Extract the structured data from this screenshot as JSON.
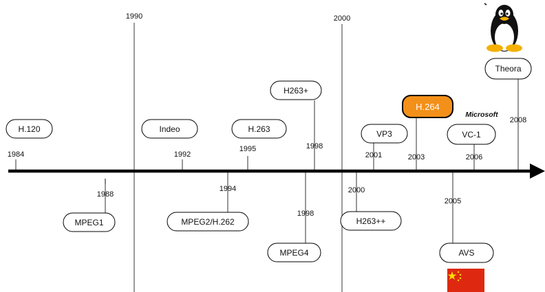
{
  "decade_markers": [
    "1990",
    "2000"
  ],
  "milestones": [
    {
      "codec": "H.120",
      "year": "1984",
      "side": "above"
    },
    {
      "codec": "MPEG1",
      "year": "1988",
      "side": "below"
    },
    {
      "codec": "Indeo",
      "year": "1992",
      "side": "above"
    },
    {
      "codec": "MPEG2/H.262",
      "year": "1994",
      "side": "below"
    },
    {
      "codec": "H.263",
      "year": "1995",
      "side": "above"
    },
    {
      "codec": "MPEG4",
      "year": "1998",
      "side": "below"
    },
    {
      "codec": "H263+",
      "year": "1998",
      "side": "above"
    },
    {
      "codec": "H263++",
      "year": "2000",
      "side": "below"
    },
    {
      "codec": "VP3",
      "year": "2001",
      "side": "above"
    },
    {
      "codec": "H.264",
      "year": "2003",
      "side": "above",
      "highlighted": true
    },
    {
      "codec": "AVS",
      "year": "2005",
      "side": "below"
    },
    {
      "codec": "VC-1",
      "year": "2006",
      "side": "above"
    },
    {
      "codec": "Theora",
      "year": "2008",
      "side": "above"
    }
  ],
  "microsoft_logo": "Microsoft",
  "icons": {
    "linux": "tux-penguin-icon",
    "china": "china-flag-icon"
  },
  "colors": {
    "highlight": "#f39019",
    "flag_red": "#de2910",
    "flag_star": "#ffde00"
  }
}
